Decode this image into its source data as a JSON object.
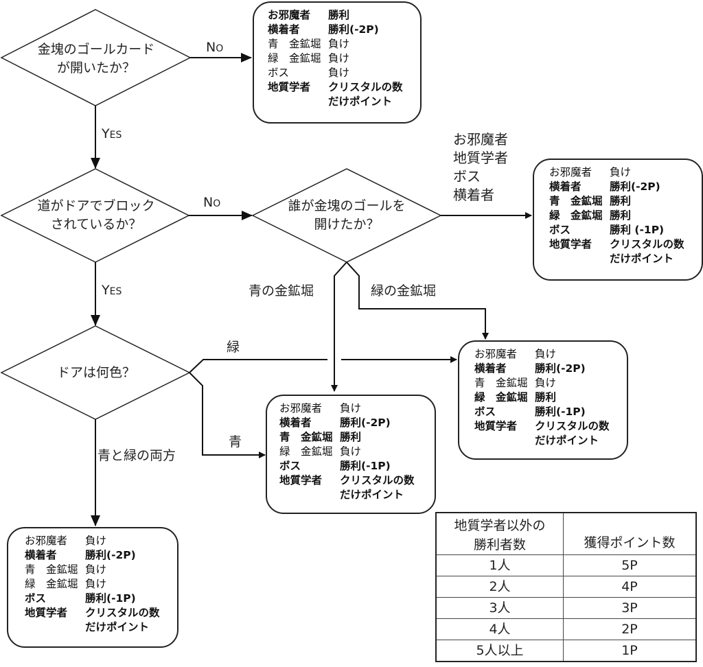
{
  "decisions": {
    "gold_open": [
      "金塊のゴールカード",
      "が開いたか？"
    ],
    "door_block": [
      "道がドアでブロック",
      "されているか？"
    ],
    "who_opened": [
      "誰が金塊のゴールを",
      "開けたか？"
    ],
    "door_color": [
      "ドアは何色？"
    ]
  },
  "edges": {
    "no1": {
      "first": "N",
      "rest": "O"
    },
    "yes1": {
      "first": "Y",
      "rest": "ES"
    },
    "no2": {
      "first": "N",
      "rest": "O"
    },
    "yes2": {
      "first": "Y",
      "rest": "ES"
    },
    "others_list": [
      "お邪魔者",
      "地質学者",
      "ボス",
      "横着者"
    ],
    "blue_miner": "青の金鉱堀",
    "green_miner": "緑の金鉱堀",
    "green": "緑",
    "blue": "青",
    "both": "青と緑の両方"
  },
  "outcomes": {
    "not_opened": [
      {
        "role": "お邪魔者",
        "result": "勝利",
        "bold": true
      },
      {
        "role": "横着者",
        "result": "勝利(-2P)",
        "bold": true
      },
      {
        "role": "青　金鉱堀",
        "result": "負け",
        "bold": false
      },
      {
        "role": "緑　金鉱堀",
        "result": "負け",
        "bold": false
      },
      {
        "role": "ボス",
        "result": "負け",
        "bold": false
      },
      {
        "role": "地質学者",
        "result": "クリスタルの数",
        "bold": true
      },
      {
        "role": "",
        "result": "だけポイント",
        "bold": true
      }
    ],
    "others_opened": [
      {
        "role": "お邪魔者",
        "result": "負け",
        "bold": false
      },
      {
        "role": "横着者",
        "result": "勝利(-2P)",
        "bold": true
      },
      {
        "role": "青　金鉱堀",
        "result": "勝利",
        "bold": true
      },
      {
        "role": "緑　金鉱堀",
        "result": "勝利",
        "bold": true
      },
      {
        "role": "ボス",
        "result": "勝利 (-1P)",
        "bold": true
      },
      {
        "role": "地質学者",
        "result": "クリスタルの数",
        "bold": true
      },
      {
        "role": "",
        "result": "だけポイント",
        "bold": true
      }
    ],
    "green_wins": [
      {
        "role": "お邪魔者",
        "result": "負け",
        "bold": false
      },
      {
        "role": "横着者",
        "result": "勝利(-2P)",
        "bold": true
      },
      {
        "role": "青　金鉱堀",
        "result": "負け",
        "bold": false
      },
      {
        "role": "緑　金鉱堀",
        "result": "勝利",
        "bold": true
      },
      {
        "role": "ボス",
        "result": "勝利(-1P)",
        "bold": true
      },
      {
        "role": "地質学者",
        "result": "クリスタルの数",
        "bold": true
      },
      {
        "role": "",
        "result": "だけポイント",
        "bold": true
      }
    ],
    "blue_wins": [
      {
        "role": "お邪魔者",
        "result": "負け",
        "bold": false
      },
      {
        "role": "横着者",
        "result": "勝利(-2P)",
        "bold": true
      },
      {
        "role": "青　金鉱堀",
        "result": "勝利",
        "bold": true
      },
      {
        "role": "緑　金鉱堀",
        "result": "負け",
        "bold": false
      },
      {
        "role": "ボス",
        "result": "勝利(-1P)",
        "bold": true
      },
      {
        "role": "地質学者",
        "result": "クリスタルの数",
        "bold": true
      },
      {
        "role": "",
        "result": "だけポイント",
        "bold": true
      }
    ],
    "both_doors": [
      {
        "role": "お邪魔者",
        "result": "負け",
        "bold": false
      },
      {
        "role": "横着者",
        "result": "勝利(-2P)",
        "bold": true
      },
      {
        "role": "青　金鉱堀",
        "result": "負け",
        "bold": false
      },
      {
        "role": "緑　金鉱堀",
        "result": "負け",
        "bold": false
      },
      {
        "role": "ボス",
        "result": "勝利(-1P)",
        "bold": true
      },
      {
        "role": "地質学者",
        "result": "クリスタルの数",
        "bold": true
      },
      {
        "role": "",
        "result": "だけポイント",
        "bold": true
      }
    ]
  },
  "points_table": {
    "headers": [
      "地質学者以外の勝利者数",
      "獲得ポイント数"
    ],
    "header_lines": [
      [
        "地質学者以外の",
        "勝利者数"
      ],
      [
        "獲得ポイント数"
      ]
    ],
    "rows": [
      [
        "1人",
        "5P"
      ],
      [
        "2人",
        "4P"
      ],
      [
        "3人",
        "3P"
      ],
      [
        "4人",
        "2P"
      ],
      [
        "5人以上",
        "1P"
      ]
    ]
  }
}
